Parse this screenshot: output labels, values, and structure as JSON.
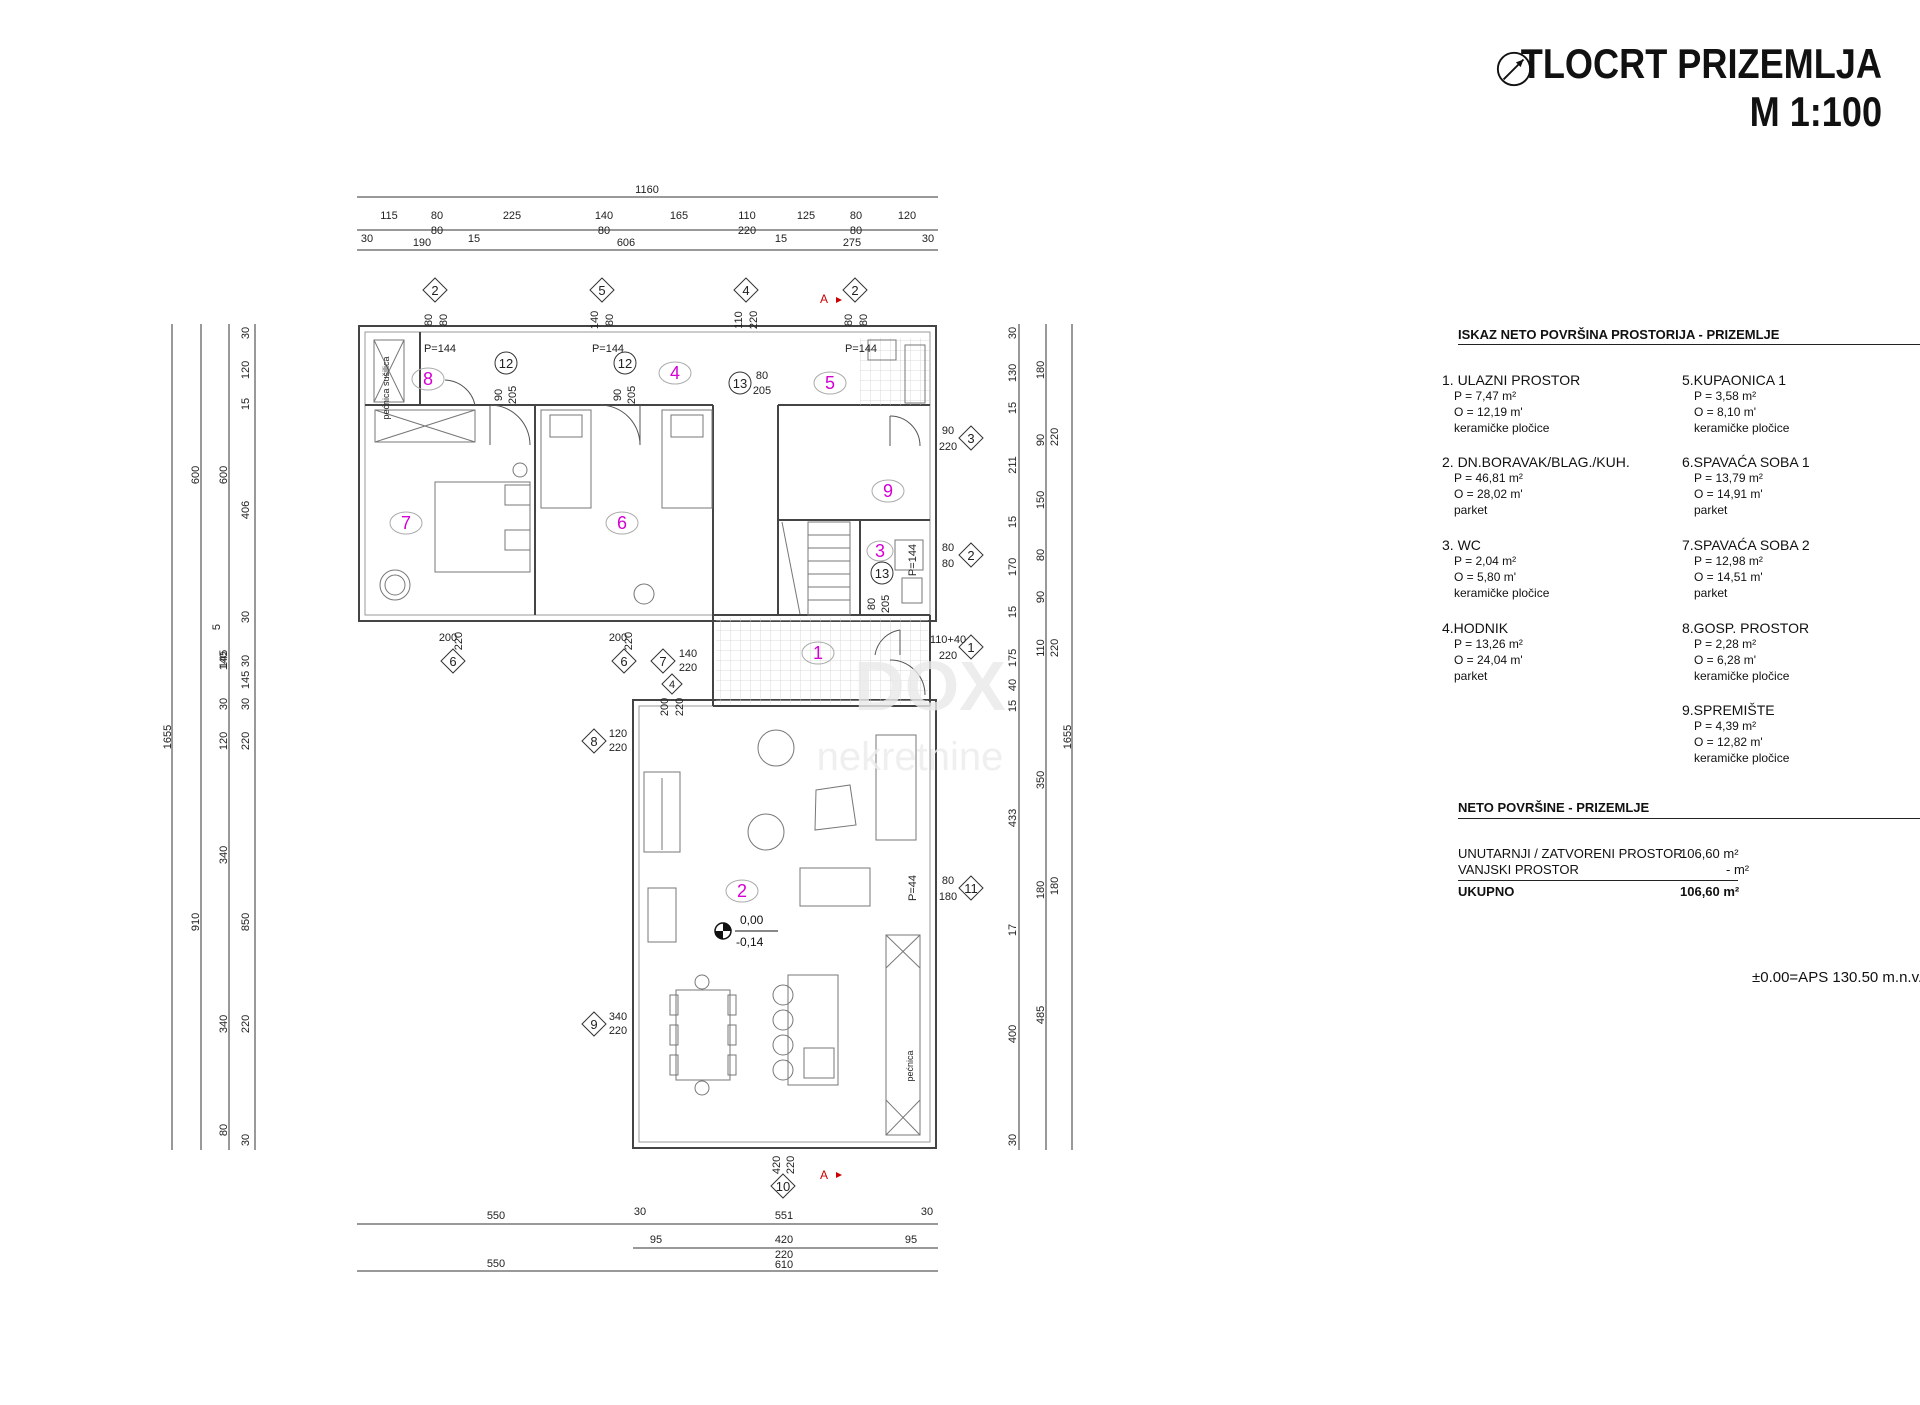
{
  "title": {
    "line1": "TLOCRT PRIZEMLJA",
    "line2": "M 1:100"
  },
  "icons": {
    "north": "north-arrow-icon"
  },
  "schedule": {
    "heading": "ISKAZ NETO POVRŠINA PROSTORIJA - PRIZEMLJE",
    "rooms": [
      {
        "label": "1. ULAZNI PROSTOR",
        "p": "P =   7,47  m²",
        "o": "O =  12,19  m'",
        "finish": "keramičke pločice"
      },
      {
        "label": "2. DN.BORAVAK/BLAG./KUH.",
        "p": "P =  46,81  m²",
        "o": "O =  28,02  m'",
        "finish": "parket"
      },
      {
        "label": "3. WC",
        "p": "P =   2,04  m²",
        "o": "O =   5,80  m'",
        "finish": "keramičke pločice"
      },
      {
        "label": "4.HODNIK",
        "p": "P =  13,26  m²",
        "o": "O =  24,04  m'",
        "finish": "parket"
      },
      {
        "label": "5.KUPAONICA 1",
        "p": "P =   3,58  m²",
        "o": "O =   8,10  m'",
        "finish": "keramičke pločice"
      },
      {
        "label": "6.SPAVAĆA SOBA 1",
        "p": "P =  13,79  m²",
        "o": "O =  14,91  m'",
        "finish": "parket"
      },
      {
        "label": "7.SPAVAĆA SOBA 2",
        "p": "P =  12,98  m²",
        "o": "O =  14,51  m'",
        "finish": "parket"
      },
      {
        "label": "8.GOSP. PROSTOR",
        "p": "P =   2,28  m²",
        "o": "O =   6,28  m'",
        "finish": "keramičke pločice"
      },
      {
        "label": "9.SPREMIŠTE",
        "p": "P =   4,39  m²",
        "o": "O =  12,82  m'",
        "finish": "keramičke pločice"
      }
    ],
    "totals_heading": "NETO POVRŠINE - PRIZEMLJE",
    "inner_label": "UNUTARNJI / ZATVORENI PROSTOR",
    "inner_value": "106,60  m²",
    "outer_label": "VANJSKI PROSTOR",
    "outer_value": "-  m²",
    "total_label": "UKUPNO",
    "total_value": "106,60  m²"
  },
  "aps_note": "±0.00=APS 130.50 m.n.v.",
  "plan": {
    "room_numbers": [
      "1",
      "2",
      "3",
      "4",
      "5",
      "6",
      "7",
      "8",
      "9"
    ],
    "level_top": "0,00",
    "level_bottom": "-0,14",
    "paneled": [
      "P=144",
      "P=144",
      "P=144",
      "P=144",
      "P=44"
    ],
    "cabinet_labels": [
      "pećnica sušilica",
      "pećnica"
    ],
    "dim_top_total": "1160",
    "dim_top_row1": [
      "115",
      "80",
      "225",
      "140",
      "165",
      "110",
      "125",
      "80",
      "120"
    ],
    "dim_top_row2": [
      "80",
      "80",
      "220",
      "80"
    ],
    "dim_top_row3": [
      "30",
      "190",
      "15",
      "606",
      "15",
      "275",
      "30"
    ],
    "dim_bottom_row1": [
      "550",
      "30",
      "551",
      "30"
    ],
    "dim_bottom_row2": [
      "95",
      "420",
      "95"
    ],
    "dim_bottom_row3": [
      "550",
      "220",
      "610"
    ],
    "dim_left_outer": "1655",
    "dim_left_a": [
      "600",
      "910"
    ],
    "dim_left_b": [
      "600",
      "145",
      "120",
      "340",
      "340",
      "80"
    ],
    "dim_left_c": [
      "30",
      "120",
      "15",
      "406",
      "30",
      "5",
      "140",
      "30",
      "220",
      "850",
      "220",
      "30"
    ],
    "dim_left_d": [
      "30",
      "145",
      "30"
    ],
    "dim_right_outer": "1655",
    "dim_right_a": [
      "180",
      "220",
      "180",
      "485"
    ],
    "dim_right_b": [
      "30",
      "130",
      "15",
      "211",
      "15",
      "170",
      "15",
      "175",
      "40",
      "15",
      "350",
      "433",
      "17",
      "400",
      "30"
    ],
    "dim_right_c": [
      "90",
      "150",
      "80",
      "90",
      "110",
      "220",
      "180"
    ],
    "window_tags": [
      {
        "n": "2",
        "w": "80",
        "h": "80"
      },
      {
        "n": "5",
        "w": "140",
        "h": "80"
      },
      {
        "n": "4",
        "w": "110",
        "h": "220"
      },
      {
        "n": "2",
        "w": "80",
        "h": "80"
      },
      {
        "n": "3",
        "w": "90",
        "h": "220"
      },
      {
        "n": "2",
        "w": "80",
        "h": "80"
      },
      {
        "n": "1",
        "w": "110+40",
        "h": "220"
      },
      {
        "n": "11",
        "w": "80",
        "h": "180"
      },
      {
        "n": "6",
        "w": "200",
        "h": "220"
      },
      {
        "n": "6",
        "w": "200",
        "h": "220"
      },
      {
        "n": "7",
        "w": "140",
        "h": "220"
      },
      {
        "n": "4",
        "w": "200",
        "h": "220"
      },
      {
        "n": "8",
        "w": "120",
        "h": "220"
      },
      {
        "n": "9",
        "w": "340",
        "h": "220"
      },
      {
        "n": "10",
        "w": "420",
        "h": "220"
      }
    ],
    "door_tags": [
      {
        "n": "12",
        "w": "90",
        "h": "205"
      },
      {
        "n": "12",
        "w": "90",
        "h": "205"
      },
      {
        "n": "13",
        "w": "80",
        "h": "205"
      },
      {
        "n": "13",
        "w": "80",
        "h": "205"
      }
    ],
    "section_mark": "A",
    "watermark": "DOX nekretnine"
  }
}
